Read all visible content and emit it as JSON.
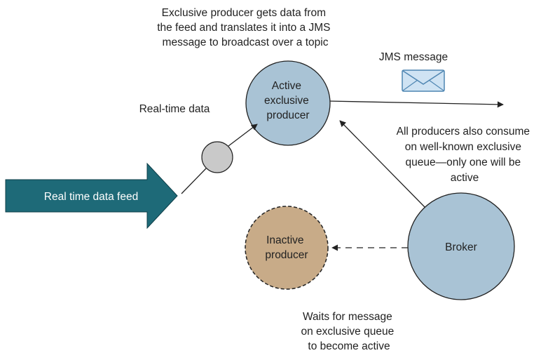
{
  "labels": {
    "top_caption": [
      "Exclusive producer gets data from",
      "the feed and translates it into a JMS",
      "message to broadcast over a topic"
    ],
    "jms_message": "JMS message",
    "real_time_data": "Real-time data",
    "feed": "Real time data feed",
    "active_producer": [
      "Active",
      "exclusive",
      "producer"
    ],
    "inactive_producer": [
      "Inactive",
      "producer"
    ],
    "broker": "Broker",
    "consume_note": [
      "All producers also consume",
      "on well-known exclusive",
      "queue—only one will be",
      "active"
    ],
    "wait_note": [
      "Waits for message",
      "on exclusive queue",
      "to become active"
    ]
  },
  "colors": {
    "feed_arrow": "#1e6a78",
    "active_producer": "#a9c3d5",
    "broker": "#a9c3d5",
    "inactive_producer": "#c8ab88",
    "data_dot": "#c9c9c9",
    "envelope": "#cfe3f3"
  },
  "icons": {
    "message": "envelope-icon"
  }
}
